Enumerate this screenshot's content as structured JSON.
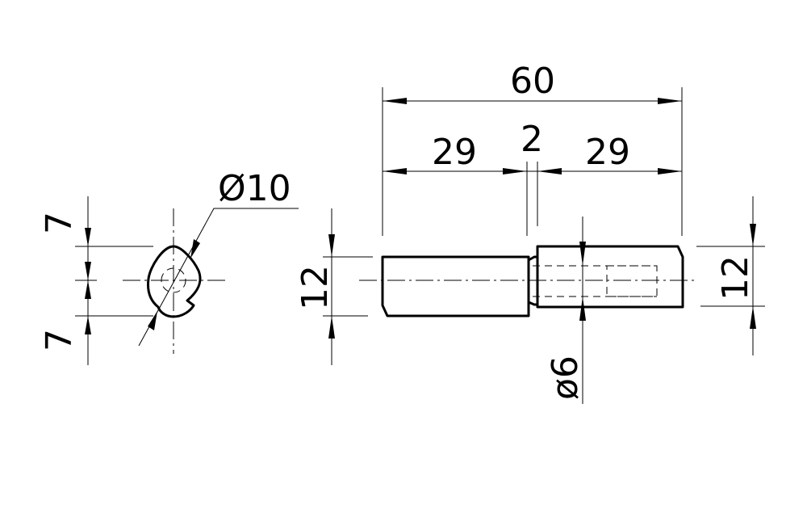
{
  "side_view": {
    "diameter_label": "Ø10",
    "upper_offset_label": "7",
    "lower_offset_label": "7"
  },
  "front_view": {
    "overall_length_label": "60",
    "left_length_label": "29",
    "gap_label": "2",
    "right_length_label": "29",
    "left_height_label": "12",
    "right_height_label": "12",
    "bore_diameter_label": "ø6"
  }
}
